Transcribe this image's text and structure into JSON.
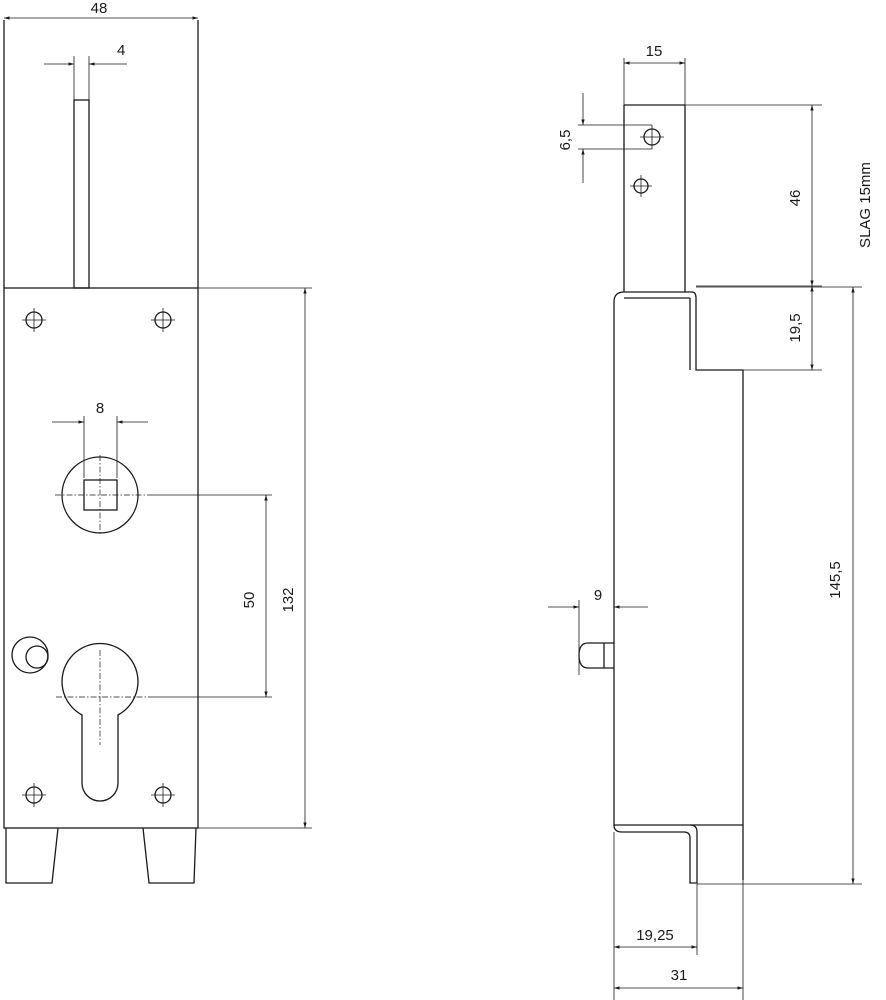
{
  "front_view": {
    "dim_width": "48",
    "dim_bolt_width": "4",
    "dim_spindle": "8",
    "dim_spindle_to_cylinder": "50",
    "dim_case_height": "132"
  },
  "side_view": {
    "dim_bolt_thickness": "15",
    "dim_hole": "6,5",
    "dim_bolt_top": "46",
    "throw_note": "SLAG 15mm",
    "dim_step": "19,5",
    "dim_total_height": "145,5",
    "dim_pin": "9",
    "dim_forend_offset": "19,25",
    "dim_depth": "31"
  }
}
